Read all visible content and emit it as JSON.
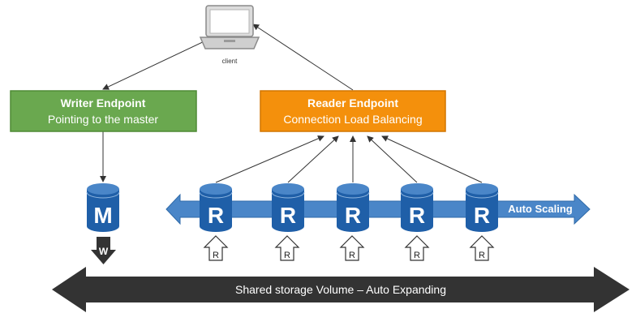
{
  "client": {
    "label": "client",
    "icon": "laptop-icon"
  },
  "writer_endpoint": {
    "line1": "Writer Endpoint",
    "line2": "Pointing to the master",
    "color": "#6aa84f"
  },
  "reader_endpoint": {
    "line1": "Reader Endpoint",
    "line2": "Connection Load Balancing",
    "color": "#f4900c"
  },
  "master": {
    "letter": "M",
    "write_label": "W",
    "color": "#1f5fa8"
  },
  "replicas": [
    {
      "letter": "R",
      "read_label": "R"
    },
    {
      "letter": "R",
      "read_label": "R"
    },
    {
      "letter": "R",
      "read_label": "R"
    },
    {
      "letter": "R",
      "read_label": "R"
    },
    {
      "letter": "R",
      "read_label": "R"
    }
  ],
  "auto_scaling": {
    "label": "Auto Scaling",
    "color": "#4a86c8"
  },
  "storage": {
    "label": "Shared storage Volume – Auto Expanding",
    "color": "#333333"
  }
}
